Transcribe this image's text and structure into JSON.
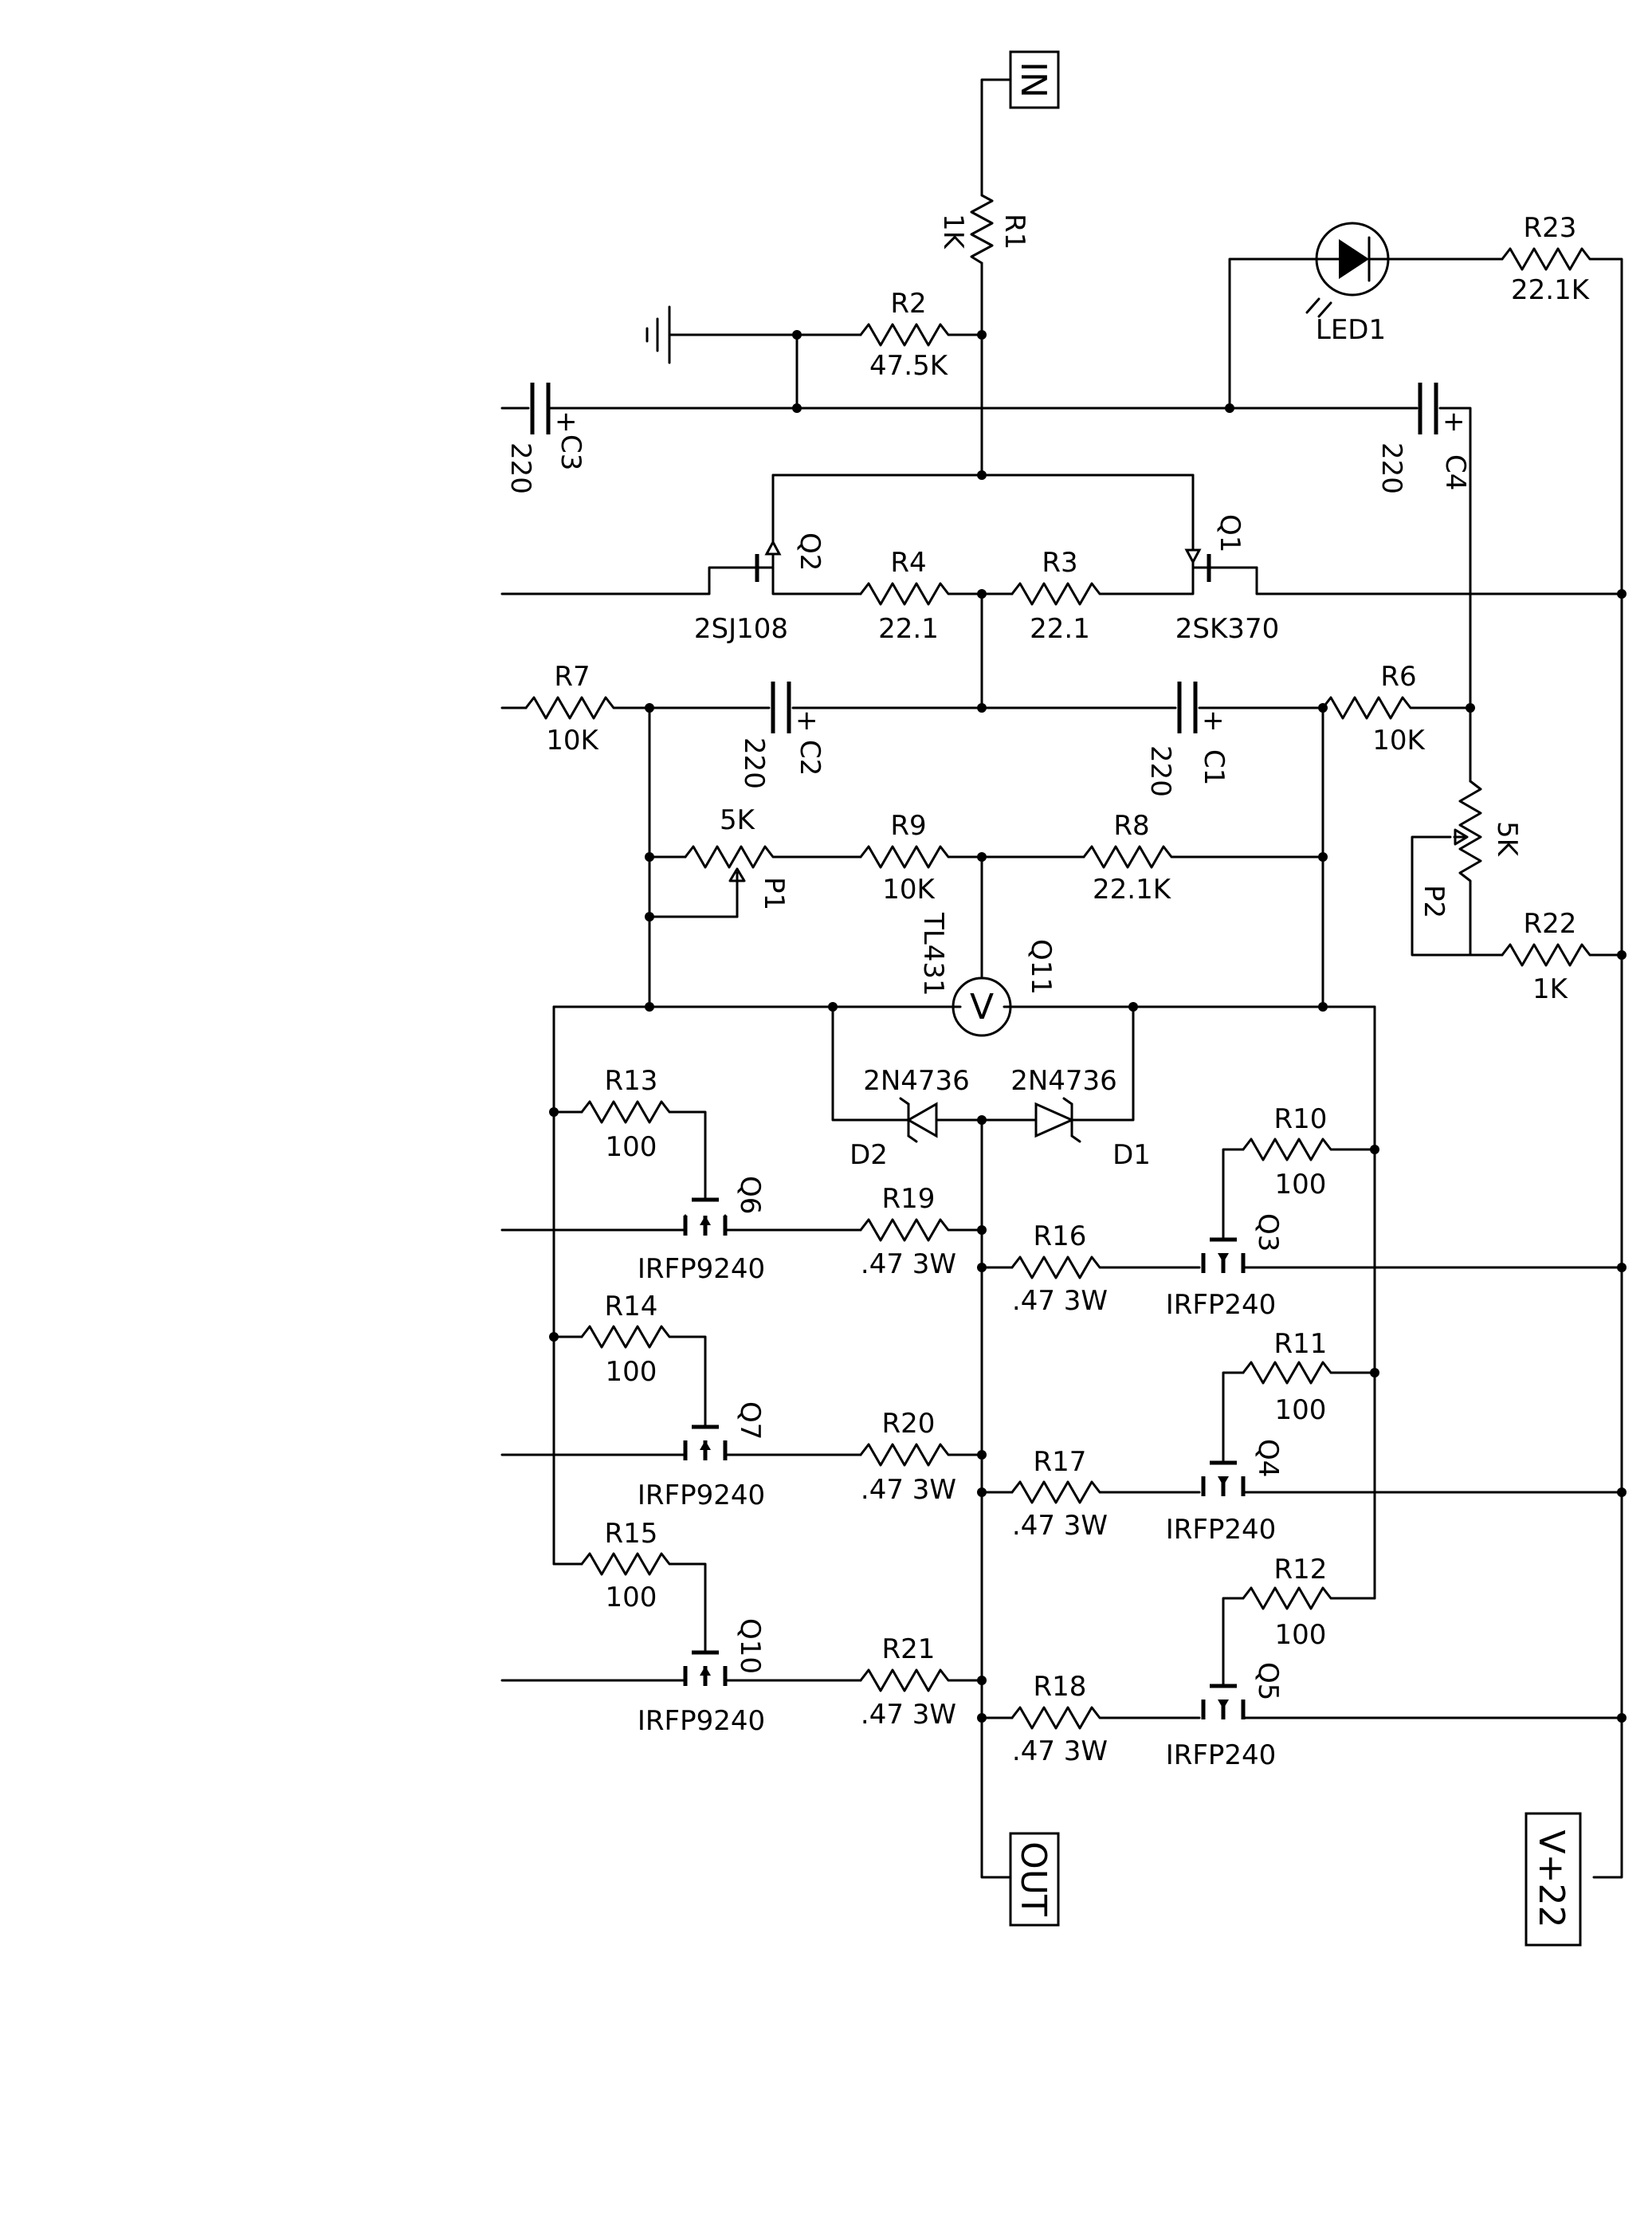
{
  "ports": {
    "in": "IN",
    "out": "OUT",
    "vplus": "V+22"
  },
  "resistors": {
    "R1": {
      "name": "R1",
      "value": "1K"
    },
    "R2": {
      "name": "R2",
      "value": "47.5K"
    },
    "R3": {
      "name": "R3",
      "value": "22.1"
    },
    "R4": {
      "name": "R4",
      "value": "22.1"
    },
    "R6": {
      "name": "R6",
      "value": "10K"
    },
    "R7": {
      "name": "R7",
      "value": "10K"
    },
    "R8": {
      "name": "R8",
      "value": "22.1K"
    },
    "R9": {
      "name": "R9",
      "value": "10K"
    },
    "R10": {
      "name": "R10",
      "value": "100"
    },
    "R11": {
      "name": "R11",
      "value": "100"
    },
    "R12": {
      "name": "R12",
      "value": "100"
    },
    "R13": {
      "name": "R13",
      "value": "100"
    },
    "R14": {
      "name": "R14",
      "value": "100"
    },
    "R15": {
      "name": "R15",
      "value": "100"
    },
    "R16": {
      "name": "R16",
      "value": ".47 3W"
    },
    "R17": {
      "name": "R17",
      "value": ".47 3W"
    },
    "R18": {
      "name": "R18",
      "value": ".47 3W"
    },
    "R19": {
      "name": "R19",
      "value": ".47 3W"
    },
    "R20": {
      "name": "R20",
      "value": ".47 3W"
    },
    "R21": {
      "name": "R21",
      "value": ".47 3W"
    },
    "R22": {
      "name": "R22",
      "value": "1K"
    },
    "R23": {
      "name": "R23",
      "value": "22.1K"
    }
  },
  "capacitors": {
    "C1": {
      "name": "C1",
      "value": "220"
    },
    "C2": {
      "name": "C2",
      "value": "220"
    },
    "C3": {
      "name": "C3",
      "value": "220"
    },
    "C4": {
      "name": "C4",
      "value": "220"
    }
  },
  "pots": {
    "P1": {
      "name": "P1",
      "value": "5K"
    },
    "P2": {
      "name": "P2",
      "value": "5K"
    }
  },
  "transistors": {
    "Q1": {
      "name": "Q1",
      "part": "2SK370"
    },
    "Q2": {
      "name": "Q2",
      "part": "2SJ108"
    },
    "Q3": {
      "name": "Q3",
      "part": "IRFP240"
    },
    "Q4": {
      "name": "Q4",
      "part": "IRFP240"
    },
    "Q5": {
      "name": "Q5",
      "part": "IRFP240"
    },
    "Q6": {
      "name": "Q6",
      "part": "IRFP9240"
    },
    "Q7": {
      "name": "Q7",
      "part": "IRFP9240"
    },
    "Q10": {
      "name": "Q10",
      "part": "IRFP9240"
    },
    "Q11": {
      "name": "Q11",
      "part": "TL431",
      "symbol": "V"
    }
  },
  "diodes": {
    "D1": {
      "name": "D1",
      "part": "2N4736"
    },
    "D2": {
      "name": "D2",
      "part": "2N4736"
    },
    "LED1": {
      "name": "LED1"
    }
  },
  "plus_sign": "+"
}
